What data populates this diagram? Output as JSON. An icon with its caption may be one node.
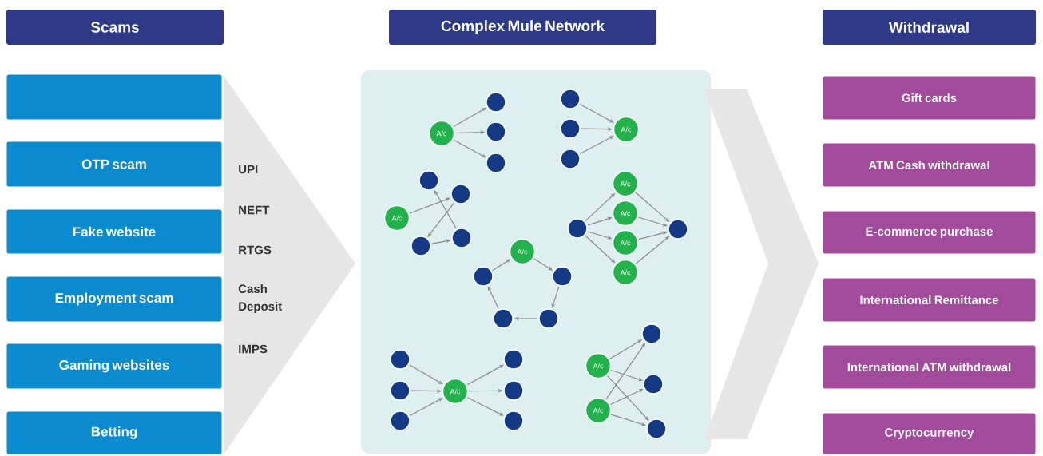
{
  "diagram": {
    "nodes": [
      {
        "text": [
          "Scams"
        ]
      },
      {
        "text": [
          "Complex Mule Network"
        ]
      },
      {
        "text": [
          "Withdrawal"
        ]
      },
      {
        "text": [],
        "shape": "box"
      },
      {
        "text": [
          "OTP scam"
        ]
      },
      {
        "text": [
          "Fake website"
        ]
      },
      {
        "text": [
          "Employment scam"
        ]
      },
      {
        "text": [
          "Gaming websites"
        ]
      },
      {
        "text": [
          "Betting"
        ]
      },
      {
        "text": [
          "UPI",
          "NEFT",
          "RTGS",
          "Cash Deposit",
          "IMPS"
        ]
      },
      {
        "text": [],
        "shape": "box"
      },
      {
        "text": [
          "A/c"
        ],
        "in": 10
      },
      {
        "text": [],
        "shape": "circle",
        "in": 10
      },
      {
        "text": [],
        "shape": "circle",
        "in": 10
      },
      {
        "text": [],
        "shape": "circle",
        "in": 10
      },
      {
        "text": [],
        "shape": "circle",
        "in": 10
      },
      {
        "text": [],
        "shape": "circle",
        "in": 10
      },
      {
        "text": [],
        "shape": "circle",
        "in": 10
      },
      {
        "text": [
          "A/c"
        ],
        "in": 10
      },
      {
        "text": [],
        "shape": "circle",
        "in": 10
      },
      {
        "text": [],
        "shape": "circle",
        "in": 10
      },
      {
        "text": [
          "A/c"
        ],
        "in": 10
      },
      {
        "text": [],
        "shape": "circle",
        "in": 10
      },
      {
        "text": [],
        "shape": "circle",
        "in": 10
      },
      {
        "text": [
          "A/c"
        ],
        "in": 10
      },
      {
        "text": [],
        "shape": "circle",
        "in": 10
      },
      {
        "text": [],
        "shape": "circle",
        "in": 10
      },
      {
        "text": [],
        "shape": "circle",
        "in": 10
      },
      {
        "text": [],
        "shape": "circle",
        "in": 10
      },
      {
        "text": [
          "A/c"
        ],
        "in": 10
      },
      {
        "text": [
          "A/c"
        ],
        "in": 10
      },
      {
        "text": [],
        "shape": "circle",
        "in": 10
      },
      {
        "text": [],
        "shape": "circle",
        "in": 10
      },
      {
        "text": [
          "A/c"
        ],
        "in": 10
      },
      {
        "text": [
          "A/c"
        ],
        "in": 10
      },
      {
        "text": [],
        "shape": "circle",
        "in": 10
      },
      {
        "text": [],
        "shape": "circle",
        "in": 10
      },
      {
        "text": [],
        "shape": "circle",
        "in": 10
      },
      {
        "text": [
          "A/c"
        ],
        "in": 10
      },
      {
        "text": [],
        "shape": "circle",
        "in": 10
      },
      {
        "text": [],
        "shape": "circle",
        "in": 10
      },
      {
        "text": [],
        "shape": "circle",
        "in": 10
      },
      {
        "text": [],
        "shape": "circle",
        "in": 10
      },
      {
        "text": [
          "A/c"
        ],
        "in": 10
      },
      {
        "text": [],
        "shape": "circle",
        "in": 10
      },
      {
        "text": [
          "A/c"
        ],
        "in": 10
      },
      {
        "text": [],
        "shape": "circle",
        "in": 10
      },
      {
        "text": [],
        "shape": "chevron"
      },
      {
        "text": [
          "Gift cards"
        ]
      },
      {
        "text": [
          "ATM Cash withdrawal"
        ]
      },
      {
        "text": [
          "E-commerce purchase"
        ]
      },
      {
        "text": [
          "International Remittance"
        ]
      },
      {
        "text": [
          "International ATM withdrawal"
        ]
      },
      {
        "text": [
          "Cryptocurrency"
        ]
      }
    ],
    "edges": [
      {
        "from": 11,
        "to": 12,
        "arrow": "to"
      },
      {
        "from": 11,
        "to": 13,
        "arrow": "to"
      },
      {
        "from": 11,
        "to": 14,
        "arrow": "to"
      },
      {
        "from": 15,
        "to": 18,
        "arrow": "to"
      },
      {
        "from": 16,
        "to": 18,
        "arrow": "to"
      },
      {
        "from": 17,
        "to": 18,
        "arrow": "to"
      },
      {
        "from": 21,
        "to": 20,
        "arrow": "to"
      },
      {
        "from": 20,
        "to": 22,
        "arrow": "to"
      },
      {
        "from": 22,
        "to": 23,
        "arrow": "to"
      },
      {
        "from": 23,
        "to": 19,
        "arrow": "to"
      },
      {
        "from": 25,
        "to": 24,
        "arrow": "to"
      },
      {
        "from": 24,
        "to": 26,
        "arrow": "to"
      },
      {
        "from": 26,
        "to": 28,
        "arrow": "to"
      },
      {
        "from": 28,
        "to": 27,
        "arrow": "to"
      },
      {
        "from": 27,
        "to": 25,
        "arrow": "to"
      },
      {
        "from": 31,
        "to": 29,
        "arrow": "to"
      },
      {
        "from": 31,
        "to": 30,
        "arrow": "to"
      },
      {
        "from": 31,
        "to": 33,
        "arrow": "to"
      },
      {
        "from": 31,
        "to": 34,
        "arrow": "to"
      },
      {
        "from": 29,
        "to": 32,
        "arrow": "to"
      },
      {
        "from": 30,
        "to": 32,
        "arrow": "to"
      },
      {
        "from": 33,
        "to": 32,
        "arrow": "to"
      },
      {
        "from": 34,
        "to": 32,
        "arrow": "to"
      },
      {
        "from": 35,
        "to": 38,
        "arrow": "to"
      },
      {
        "from": 37,
        "to": 38,
        "arrow": "to"
      },
      {
        "from": 40,
        "to": 38,
        "arrow": "to"
      },
      {
        "from": 38,
        "to": 36,
        "arrow": "to"
      },
      {
        "from": 38,
        "to": 39,
        "arrow": "to"
      },
      {
        "from": 38,
        "to": 41,
        "arrow": "to"
      },
      {
        "from": 43,
        "to": 42,
        "arrow": "to"
      },
      {
        "from": 43,
        "to": 44,
        "arrow": "to"
      },
      {
        "from": 43,
        "to": 46,
        "arrow": "to"
      },
      {
        "from": 45,
        "to": 42,
        "arrow": "to"
      },
      {
        "from": 45,
        "to": 44,
        "arrow": "to"
      },
      {
        "from": 45,
        "to": 46,
        "arrow": "to"
      }
    ]
  }
}
